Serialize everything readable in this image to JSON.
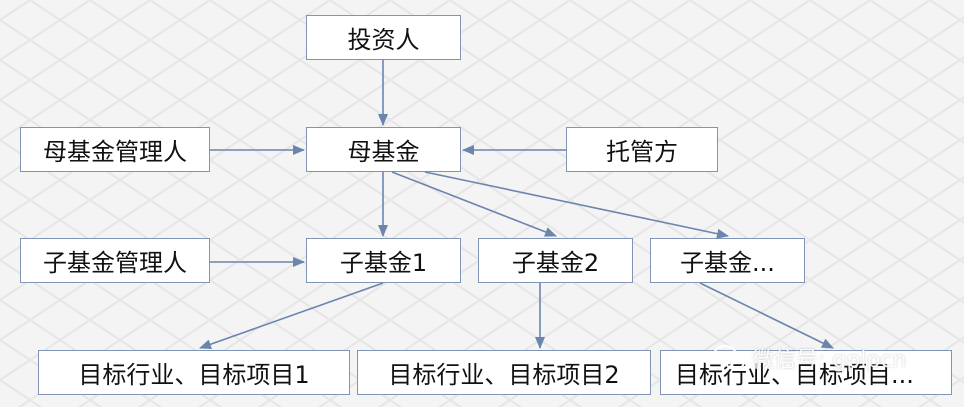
{
  "diagram": {
    "nodes": {
      "investor": "投资人",
      "mother_fund_manager": "母基金管理人",
      "mother_fund": "母基金",
      "custodian": "托管方",
      "sub_fund_manager": "子基金管理人",
      "sub_fund_1": "子基金1",
      "sub_fund_2": "子基金2",
      "sub_fund_more": "子基金...",
      "target_1": "目标行业、目标项目1",
      "target_2": "目标行业、目标项目2",
      "target_more": "目标行业、目标项目..."
    },
    "edges": [
      [
        "investor",
        "mother_fund"
      ],
      [
        "mother_fund_manager",
        "mother_fund"
      ],
      [
        "custodian",
        "mother_fund"
      ],
      [
        "mother_fund",
        "sub_fund_1"
      ],
      [
        "mother_fund",
        "sub_fund_2"
      ],
      [
        "mother_fund",
        "sub_fund_more"
      ],
      [
        "sub_fund_manager",
        "sub_fund_1"
      ],
      [
        "sub_fund_1",
        "target_1"
      ],
      [
        "sub_fund_2",
        "target_2"
      ],
      [
        "sub_fund_more",
        "target_more"
      ]
    ],
    "colors": {
      "border": "#7f95b3",
      "arrow": "#6b85ad",
      "text": "#111111"
    }
  },
  "watermark": {
    "text": "微信号: gplpcn",
    "icon": "wechat-icon"
  }
}
